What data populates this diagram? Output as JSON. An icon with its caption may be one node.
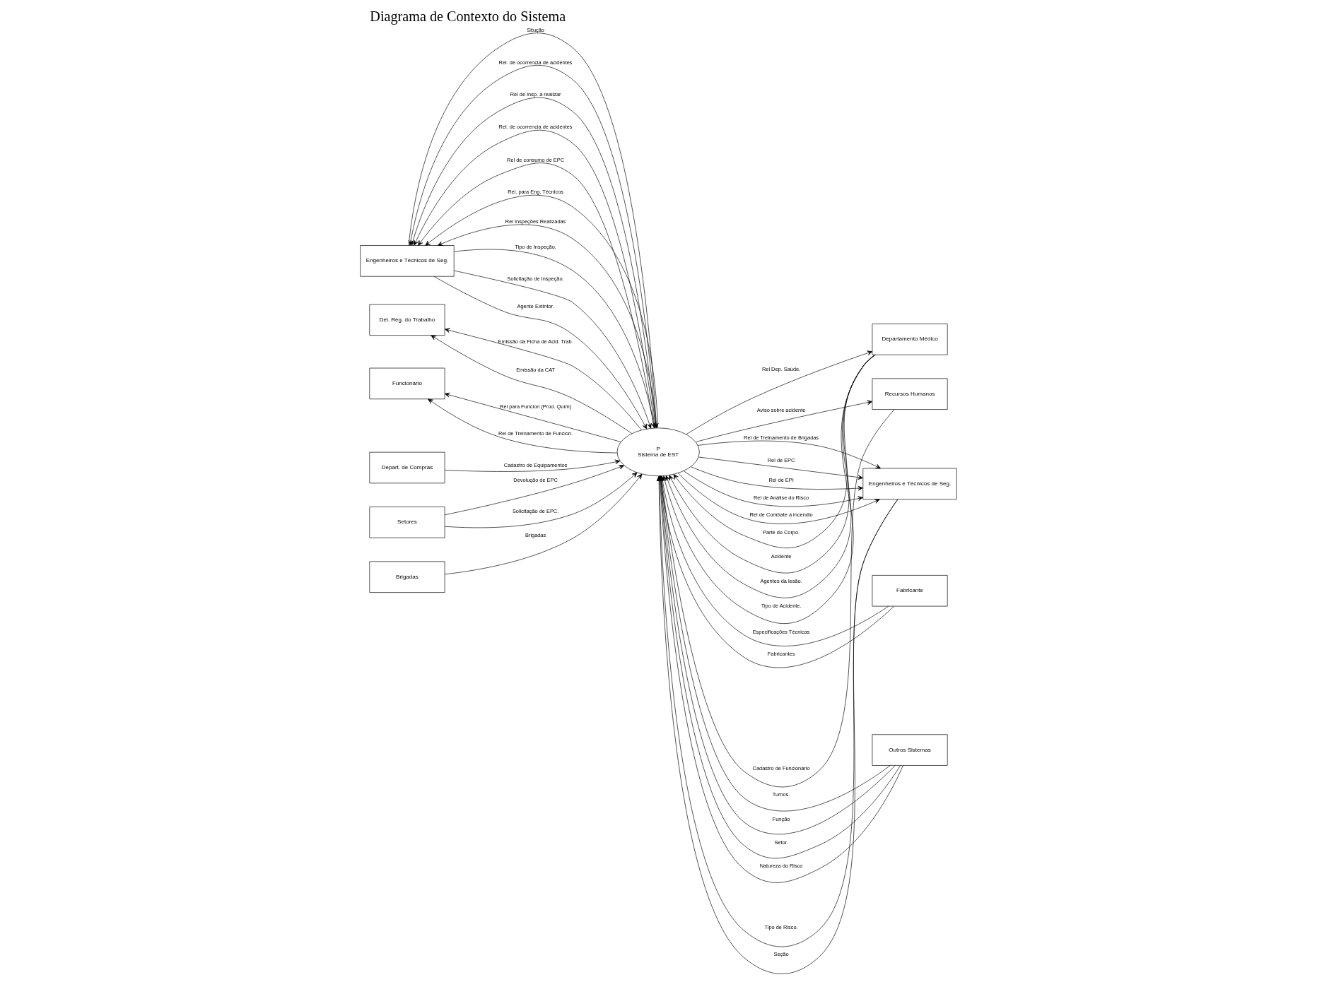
{
  "diagram": {
    "title": "Diagrama de Contexto do Sistema",
    "nodes": [
      {
        "text": [
          "P",
          "Sistema de EST"
        ]
      },
      {
        "text": [
          "Departamento Médico"
        ]
      },
      {
        "text": [
          "Fabricante"
        ]
      },
      {
        "text": [
          "Recursos Humanos"
        ]
      },
      {
        "text": [
          "Outros Sistemas"
        ]
      },
      {
        "text": [
          "Engenheiros e Técnicos de Seg."
        ]
      },
      {
        "text": [
          "Del. Reg. do Trabalho"
        ]
      },
      {
        "text": [
          "Depart. de Compras"
        ]
      },
      {
        "text": [
          "Setores"
        ]
      },
      {
        "text": [
          "Brigadas"
        ]
      },
      {
        "text": [
          "Funcionário"
        ]
      },
      {
        "text": [
          "Engenheiros e Técnicos de Seg."
        ]
      }
    ],
    "edges": [
      {
        "from": 1,
        "to": 0,
        "arrow": "to",
        "label": "Parte do Corpo."
      },
      {
        "from": 1,
        "to": 0,
        "arrow": "to",
        "label": "Acidente"
      },
      {
        "from": 0,
        "to": 1,
        "arrow": "to",
        "label": "Rel Dep. Saúde."
      },
      {
        "from": 1,
        "to": 0,
        "arrow": "to",
        "label": "Agentes da lesão."
      },
      {
        "from": 1,
        "to": 0,
        "arrow": "to",
        "label": "Tipo de Acidente."
      },
      {
        "from": 2,
        "to": 0,
        "arrow": "to",
        "label": "Especificações Técnicas"
      },
      {
        "from": 5,
        "to": 0,
        "arrow": "to",
        "label": "Situção"
      },
      {
        "from": 5,
        "to": 0,
        "arrow": "to",
        "label": "Tipo de Inspeção."
      },
      {
        "from": 0,
        "to": 5,
        "arrow": "to",
        "label": "Rel. de ocorrencia de acidentes"
      },
      {
        "from": 5,
        "to": 0,
        "arrow": "to",
        "label": "Solicitação de Inspeção."
      },
      {
        "from": 5,
        "to": 0,
        "arrow": "to",
        "label": "Agente Extintor."
      },
      {
        "from": 0,
        "to": 5,
        "arrow": "to",
        "label": "Rel de Insp. à realizar"
      },
      {
        "from": 0,
        "to": 5,
        "arrow": "to",
        "label": "Rel. de ocorrencia de acidentes"
      },
      {
        "from": 0,
        "to": 5,
        "arrow": "to",
        "label": "Rel de consumo de EPC"
      },
      {
        "from": 0,
        "to": 5,
        "arrow": "to",
        "label": "Rel. para Eng. Técnicos"
      },
      {
        "from": 0,
        "to": 5,
        "arrow": "to",
        "label": "Rel Inspeções Realizadas"
      },
      {
        "from": 2,
        "to": 0,
        "arrow": "to",
        "label": "Fabricantes"
      },
      {
        "from": 0,
        "to": 3,
        "arrow": "to",
        "label": "Aviso sobre acidente"
      },
      {
        "from": 3,
        "to": 0,
        "arrow": "to",
        "label": "Cadastro de Funcionário"
      },
      {
        "from": 4,
        "to": 0,
        "arrow": "to",
        "label": "Turnos."
      },
      {
        "from": 4,
        "to": 0,
        "arrow": "to",
        "label": "Função"
      },
      {
        "from": 4,
        "to": 0,
        "arrow": "to",
        "label": "Setor."
      },
      {
        "from": 0,
        "to": 6,
        "arrow": "to",
        "label": "Emissão da Ficha de Acid. Trab."
      },
      {
        "from": 0,
        "to": 6,
        "arrow": "to",
        "label": "Emissão da CAT"
      },
      {
        "from": 7,
        "to": 0,
        "arrow": "to",
        "label": "Cadastro de Equipamentos"
      },
      {
        "from": 0,
        "to": 11,
        "arrow": "to",
        "label": "Rel de Treinamento de Brigadas"
      },
      {
        "from": 4,
        "to": 0,
        "arrow": "to",
        "label": "Natureza do Risco"
      },
      {
        "from": 0,
        "to": 10,
        "arrow": "to",
        "label": "Rel para Funcion (Prod. Quím)"
      },
      {
        "from": 8,
        "to": 0,
        "arrow": "to",
        "label": "Devolução de EPC"
      },
      {
        "from": 8,
        "to": 0,
        "arrow": "to",
        "label": "Solicitação de EPC."
      },
      {
        "from": 0,
        "to": 11,
        "arrow": "to",
        "label": "Rel de EPC"
      },
      {
        "from": 0,
        "to": 11,
        "arrow": "to",
        "label": "Rel de EPI"
      },
      {
        "from": 0,
        "to": 11,
        "arrow": "to",
        "label": "Rel de Análise do Risco"
      },
      {
        "from": 0,
        "to": 10,
        "arrow": "to",
        "label": "Rel de Treinamento de Funcion."
      },
      {
        "from": 9,
        "to": 0,
        "arrow": "to",
        "label": "Brigadas"
      },
      {
        "from": 11,
        "to": 0,
        "arrow": "to",
        "label": "Tipo de Risco."
      },
      {
        "from": 0,
        "to": 11,
        "arrow": "to",
        "label": "Rel de Combate a incendio"
      },
      {
        "from": 11,
        "to": 0,
        "arrow": "to",
        "label": "Seção"
      }
    ]
  }
}
